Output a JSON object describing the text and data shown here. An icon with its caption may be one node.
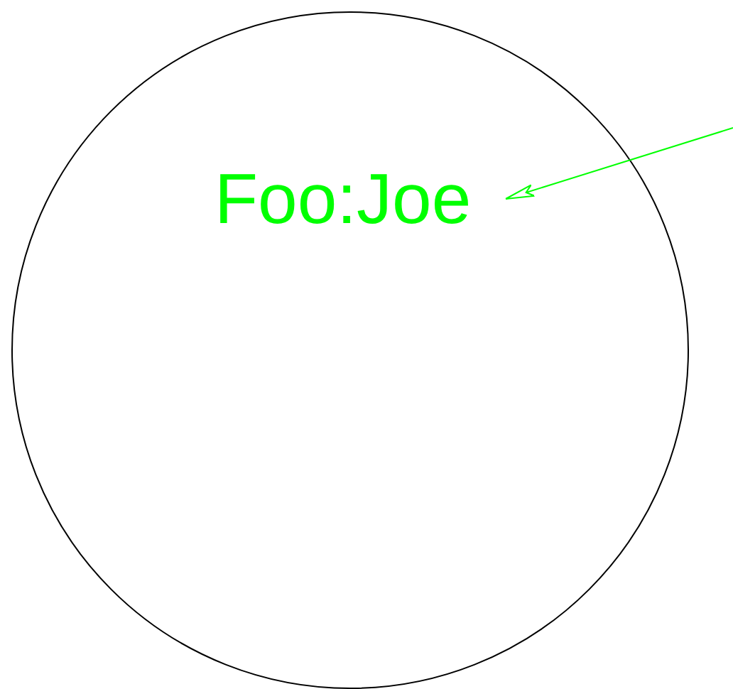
{
  "diagram": {
    "nodes": [
      {
        "text": [],
        "shape": "circle"
      },
      {
        "text": [
          "Foo:Joe"
        ],
        "in": 0
      }
    ],
    "edges": [
      {
        "from": null,
        "to": 1,
        "arrow": "to",
        "color": "#00ff00"
      }
    ]
  }
}
